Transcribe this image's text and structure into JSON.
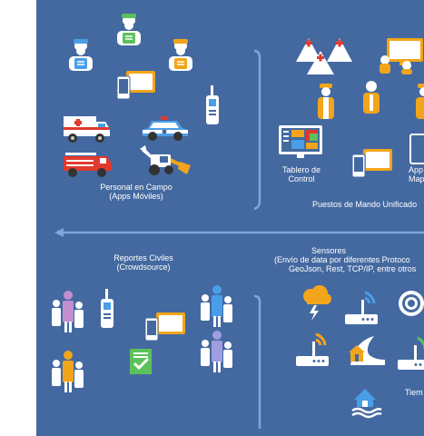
{
  "colors": {
    "background": "#4469a0",
    "divider": "#7fa7dd",
    "police_blue": "#4a9ee8",
    "green": "#5cc15c",
    "orange": "#f2a51a",
    "red": "#e03a2e",
    "white": "#ffffff"
  },
  "field_personnel": {
    "label_line1": "Personal en Campo",
    "label_line2": "(Apps Móviles)"
  },
  "command_posts": {
    "title": "Puestos de Mando Unificado",
    "dashboard_line1": "Tablero de",
    "dashboard_line2": "Control",
    "apps_maps_line1": "App",
    "apps_maps_line2": "Map"
  },
  "civil_reports": {
    "label_line1": "Reportes Civiles",
    "label_line2": "(Crowdsource)"
  },
  "sensors": {
    "label_line1": "Sensores",
    "label_line2": "(Envío de data por diferentes Protoco",
    "label_line3": "GeoJson, Rest, TCP/IP, entre otros",
    "weather_label": "Tiem"
  },
  "icons": [
    "police-officer-icon",
    "ambulance-icon",
    "police-car-icon",
    "fire-truck-icon",
    "excavator-icon",
    "tablet-icon",
    "phone-icon",
    "radio-icon",
    "hospital-tent-icon",
    "dashboard-icon",
    "crowd-icon",
    "checklist-icon",
    "storm-cloud-icon",
    "wifi-sensor-icon",
    "target-icon",
    "flood-icon",
    "water-wave-icon"
  ]
}
